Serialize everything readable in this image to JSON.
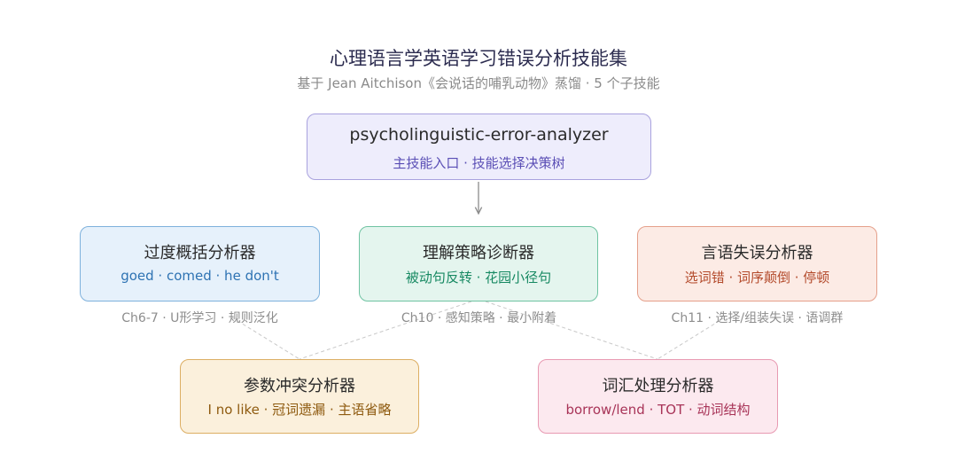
{
  "title": "心理语言学英语学习错误分析技能集",
  "subtitle": "基于 Jean Aitchison《会说话的哺乳动物》蒸馏 · 5 个子技能",
  "root": {
    "name": "psycholinguistic-error-analyzer",
    "desc": "主技能入口 · 技能选择决策树"
  },
  "skills": {
    "overgeneralization": {
      "name": "过度概括分析器",
      "examples": "goed · comed · he don't",
      "chapters": "Ch6-7 · U形学习 · 规则泛化"
    },
    "comprehension": {
      "name": "理解策略诊断器",
      "examples": "被动句反转 · 花园小径句",
      "chapters": "Ch10 · 感知策略 · 最小附着"
    },
    "slip": {
      "name": "言语失误分析器",
      "examples": "选词错 · 词序颠倒 · 停顿",
      "chapters": "Ch11 · 选择/组装失误 · 语调群"
    },
    "parameter": {
      "name": "参数冲突分析器",
      "examples": "I no like · 冠词遗漏 · 主语省略"
    },
    "lexical": {
      "name": "词汇处理分析器",
      "examples": "borrow/lend · TOT · 动词结构"
    }
  },
  "colors": {
    "root": "#eeedfc",
    "overgeneralization": "#e6f1fb",
    "comprehension": "#e4f5ee",
    "slip": "#fcebe5",
    "parameter": "#fbf0dc",
    "lexical": "#fce9ef"
  }
}
